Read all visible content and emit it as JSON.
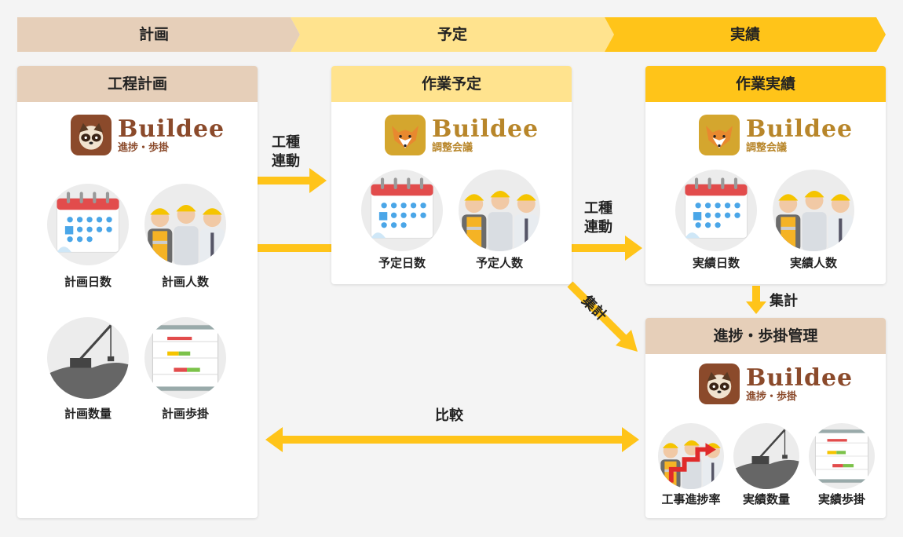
{
  "phases": [
    "計画",
    "予定",
    "実績"
  ],
  "colors": {
    "plan": "#e6cfb9",
    "schedule": "#ffe38e",
    "actual": "#ffc419",
    "arrow": "#ffc419",
    "brown": "#8b4a2b"
  },
  "plan_card": {
    "title": "工程計画",
    "logo": {
      "word": "Buildee",
      "sub": "進捗・歩掛"
    },
    "items": [
      "計画日数",
      "計画人数",
      "計画数量",
      "計画歩掛"
    ]
  },
  "schedule_card": {
    "title": "作業予定",
    "logo": {
      "word": "Buildee",
      "sub": "調整会議"
    },
    "items": [
      "予定日数",
      "予定人数"
    ]
  },
  "actual_card": {
    "title": "作業実績",
    "logo": {
      "word": "Buildee",
      "sub": "調整会議"
    },
    "items": [
      "実績日数",
      "実績人数"
    ]
  },
  "progress_card": {
    "title": "進捗・歩掛管理",
    "logo": {
      "word": "Buildee",
      "sub": "進捗・歩掛"
    },
    "items": [
      "工事進捗率",
      "実績数量",
      "実績歩掛"
    ]
  },
  "labels": {
    "link1_line1": "工種",
    "link1_line2": "連動",
    "link2_line1": "工種",
    "link2_line2": "連動",
    "aggregate1": "集計",
    "aggregate2": "集計",
    "compare": "比較"
  }
}
